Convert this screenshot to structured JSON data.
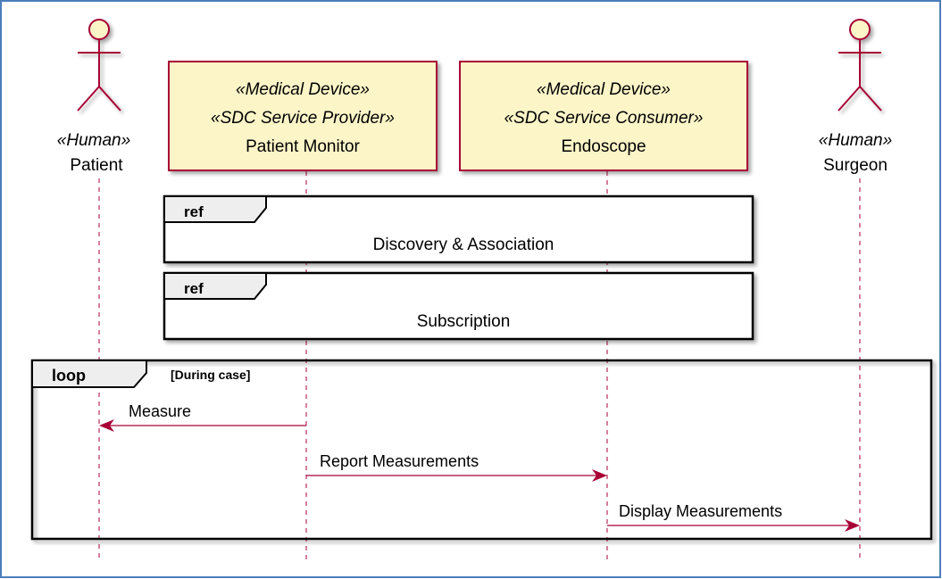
{
  "colors": {
    "frame_border": "#4a7ebb",
    "participant_fill": "#fbf5c8",
    "participant_border": "#a80036",
    "actor_fill": "#fbf5c8",
    "actor_stroke": "#a80036",
    "lifeline": "#a80036",
    "message": "#a80036",
    "tab_fill": "#eeeeee",
    "frame_stroke": "#000000"
  },
  "participants": {
    "patient": {
      "stereotype": "«Human»",
      "name": "Patient",
      "kind": "actor"
    },
    "monitor": {
      "stereotype1": "«Medical Device»",
      "stereotype2": "«SDC Service Provider»",
      "name": "Patient Monitor",
      "kind": "box"
    },
    "endoscope": {
      "stereotype1": "«Medical Device»",
      "stereotype2": "«SDC Service Consumer»",
      "name": "Endoscope",
      "kind": "box"
    },
    "surgeon": {
      "stereotype": "«Human»",
      "name": "Surgeon",
      "kind": "actor"
    }
  },
  "refs": [
    {
      "keyword": "ref",
      "label": "Discovery & Association"
    },
    {
      "keyword": "ref",
      "label": "Subscription"
    }
  ],
  "loop": {
    "keyword": "loop",
    "guard": "[During case]"
  },
  "messages": [
    {
      "label": "Measure",
      "from": "monitor",
      "to": "patient"
    },
    {
      "label": "Report Measurements",
      "from": "monitor",
      "to": "endoscope"
    },
    {
      "label": "Display Measurements",
      "from": "endoscope",
      "to": "surgeon"
    }
  ]
}
